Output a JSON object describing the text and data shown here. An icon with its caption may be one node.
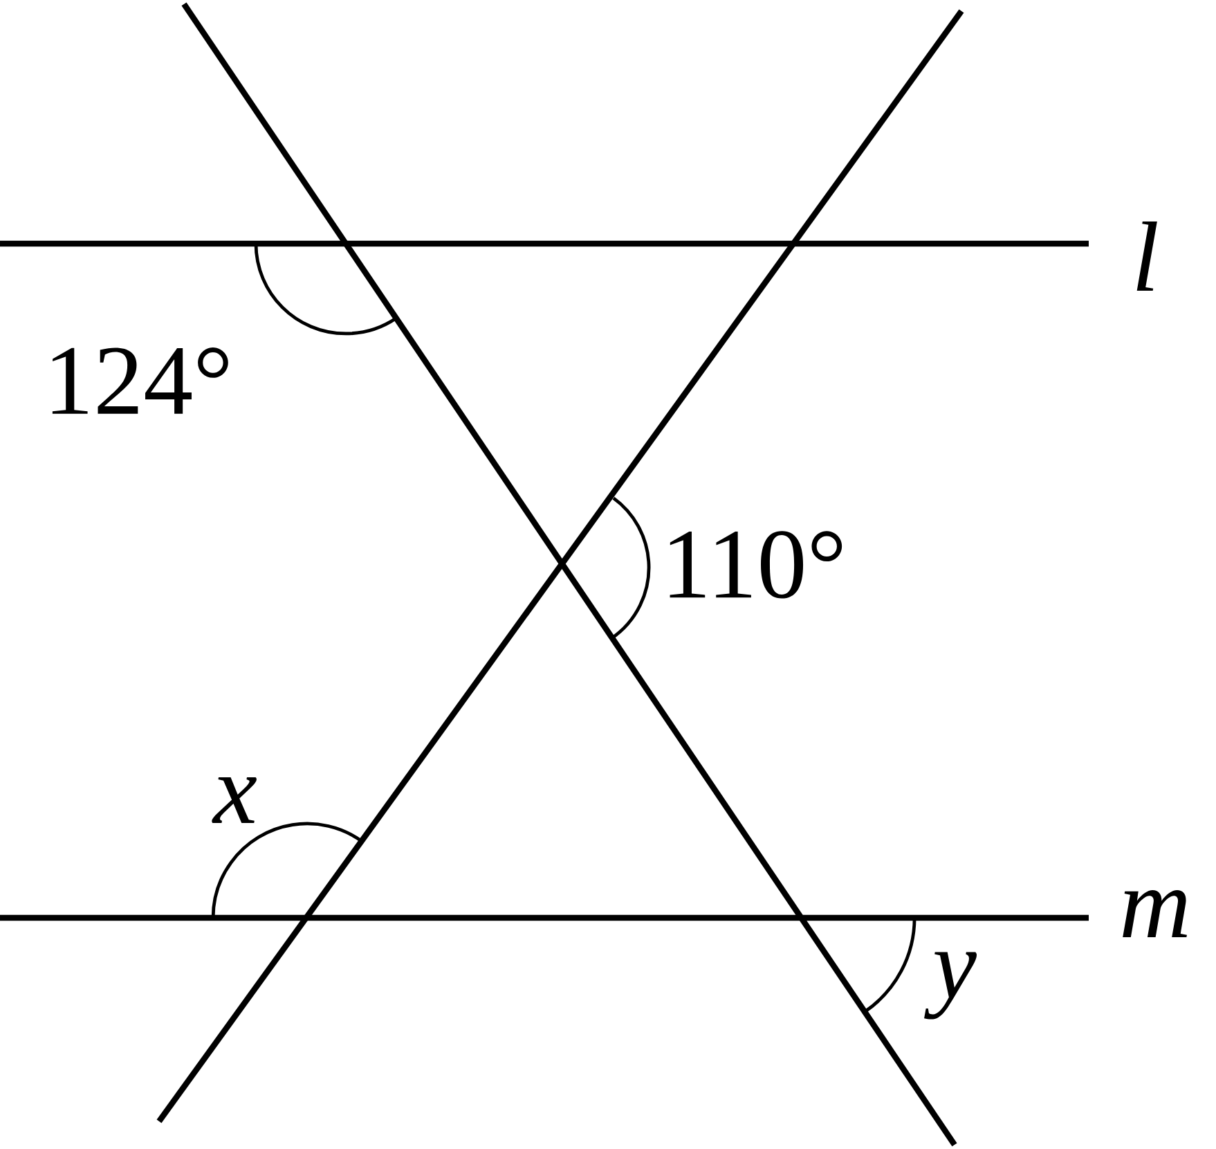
{
  "diagram": {
    "labels": [
      "l",
      "124°",
      "110°",
      "x",
      "m",
      "y"
    ]
  }
}
